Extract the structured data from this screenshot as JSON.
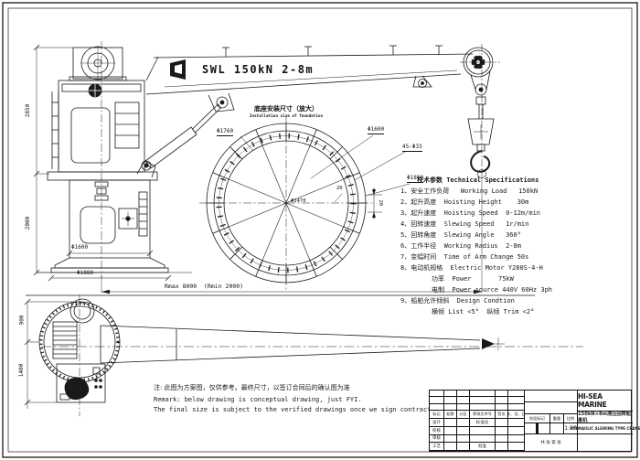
{
  "drawing": {
    "boom_label": "SWL 150kN 2-8m",
    "side_view": {
      "dim_height_upper": "2850",
      "dim_height_lower": "2000",
      "dim_base_bolt": "Φ1600",
      "dim_base_outer": "Φ1880",
      "dim_radius": "Rmax 8000  (Rmin 2000)"
    },
    "plan_view": {
      "dim_top": "900",
      "dim_bottom": "1400"
    },
    "foundation": {
      "title_cn": "底座安装尺寸（放大）",
      "title_en": "Installation size of foundation",
      "dim_d1760": "Φ1760",
      "dim_d1600": "Φ1600",
      "dim_holes": "45-Φ33",
      "dim_d1880": "Φ1880",
      "dim_d1470": "Φ1470",
      "dim_thickness": "20",
      "dim_thickness_side": "20"
    }
  },
  "specs": {
    "heading": "技术参数 Technical Specifications",
    "lines": [
      "1、安全工作负荷   Working Load   150kN",
      "2、起升高度  Hoisting Height    30m",
      "3、起升速度  Hoisting Speed  0-12m/min",
      "4、回转速度  Slewing Speed   1r/min",
      "5、回转角度  Slewing Angle   360°",
      "6、工作半径  Working Radius  2-8m",
      "7、变幅时间  Time of Arm Change 50s",
      "8、电动机规格  Electric Motor Y280S-4-H",
      "功率  Power       75kW",
      "电制  Power source 440V 60Hz 3ph",
      "9、船舶允许倾斜  Design Condtion",
      "横倾 List <5°  纵倾 Trim <2°"
    ]
  },
  "notes": {
    "line1": "注: 此图为方案图，仅供参考。最终尺寸，以签订合同后的确认图为准",
    "line2": "Remark: below drawing is conceptual drawing, just FYI.",
    "line3": "The final size is subject to the verified drawings once we sign contract"
  },
  "title_block": {
    "company": "HI-SEA MARINE",
    "product_cn": "150kN×8m液压回转起重机",
    "product_en": "HYDRAULIC SLEWING TYPE CRANE",
    "rev_headers": [
      "标记",
      "处数",
      "分区",
      "更改文件号",
      "签名",
      "年、月、日"
    ],
    "row_labels": [
      "设计",
      "校核",
      "审核",
      "工艺"
    ],
    "col4_labels": [
      "标准化",
      "批准"
    ],
    "stage_header": "阶段标记",
    "weight_header": "重量",
    "scale_header": "比例",
    "scale_value": "1:30",
    "sheet_info": "共  张  第  张"
  },
  "colors": {
    "line": "#1a1a1a",
    "bg": "#ffffff"
  }
}
